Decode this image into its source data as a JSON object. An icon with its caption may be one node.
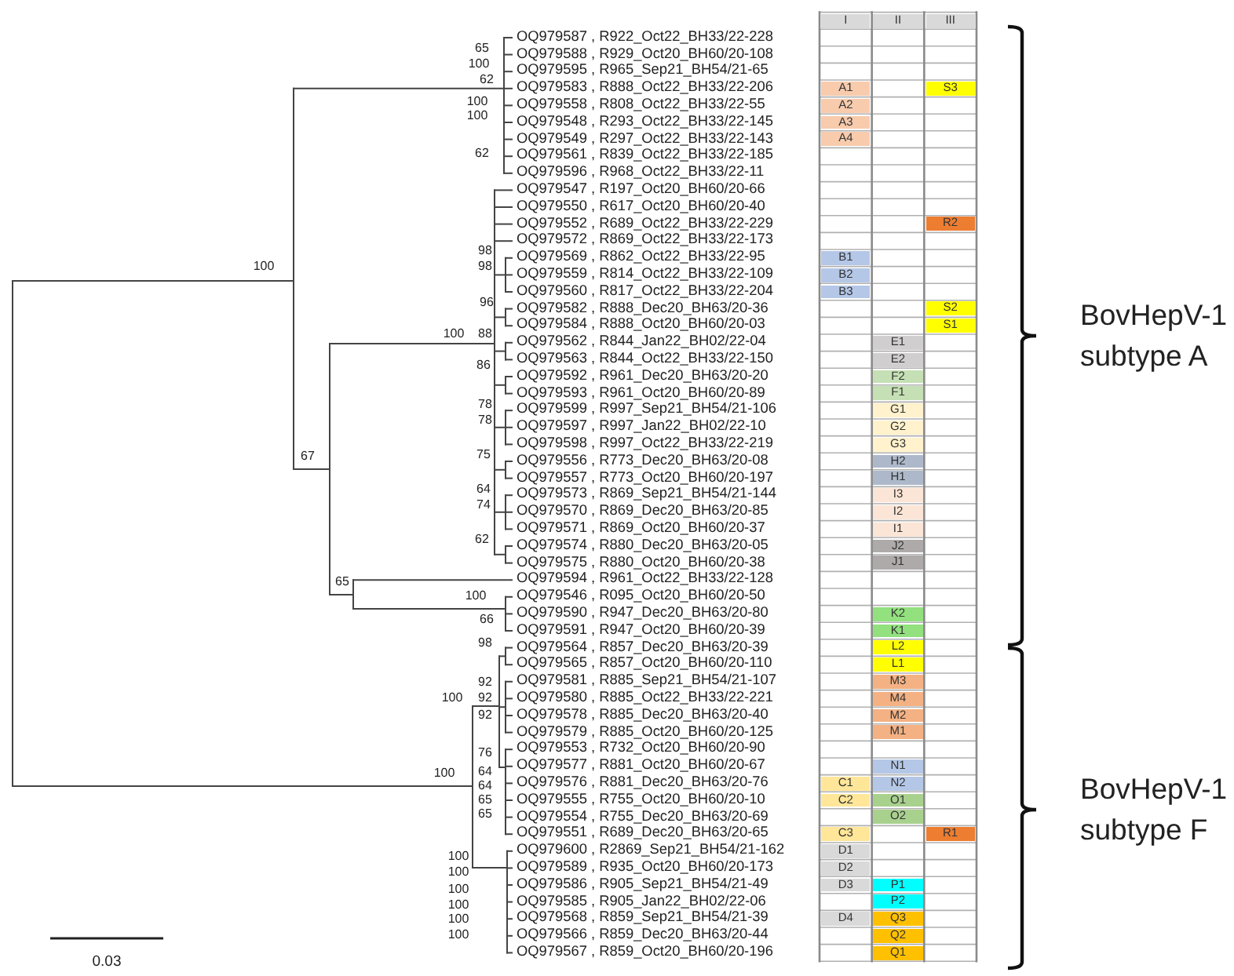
{
  "diagram": {
    "labels": [
      "65",
      "100",
      "62",
      "100",
      "100",
      "62",
      "98",
      "100",
      "98",
      "96",
      "100",
      "88",
      "86",
      "78",
      "78",
      "67",
      "75",
      "64",
      "74",
      "62",
      "65",
      "100",
      "66",
      "98",
      "92",
      "100",
      "92",
      "92",
      "76",
      "100",
      "64",
      "64",
      "65",
      "65",
      "100",
      "100",
      "100",
      "100",
      "100",
      "100",
      "I",
      "II",
      "III",
      "OQ979587 , R922_Oct22_BH33/22-228",
      "OQ979588 , R929_Oct20_BH60/20-108",
      "OQ979595 , R965_Sep21_BH54/21-65",
      "OQ979583 , R888_Oct22_BH33/22-206",
      "A1",
      "S3",
      "OQ979558 , R808_Oct22_BH33/22-55",
      "A2",
      "OQ979548 , R293_Oct22_BH33/22-145",
      "A3",
      "OQ979549 , R297_Oct22_BH33/22-143",
      "A4",
      "OQ979561 , R839_Oct22_BH33/22-185",
      "OQ979596 , R968_Oct22_BH33/22-11",
      "OQ979547 , R197_Oct20_BH60/20-66",
      "OQ979550 , R617_Oct20_BH60/20-40",
      "OQ979552 , R689_Oct22_BH33/22-229",
      "R2",
      "OQ979572 , R869_Oct22_BH33/22-173",
      "OQ979569 , R862_Oct22_BH33/22-95",
      "B1",
      "OQ979559 , R814_Oct22_BH33/22-109",
      "B2",
      "OQ979560 , R817_Oct22_BH33/22-204",
      "B3",
      "OQ979582 , R888_Dec20_BH63/20-36",
      "S2",
      "OQ979584 , R888_Oct20_BH60/20-03",
      "S1",
      "OQ979562 , R844_Jan22_BH02/22-04",
      "E1",
      "OQ979563 , R844_Oct22_BH33/22-150",
      "E2",
      "OQ979592 , R961_Dec20_BH63/20-20",
      "F2",
      "OQ979593 , R961_Oct20_BH60/20-89",
      "F1",
      "OQ979599 , R997_Sep21_BH54/21-106",
      "G1",
      "OQ979597 , R997_Jan22_BH02/22-10",
      "G2",
      "OQ979598 , R997_Oct22_BH33/22-219",
      "G3",
      "OQ979556 , R773_Dec20_BH63/20-08",
      "H2",
      "OQ979557 , R773_Oct20_BH60/20-197",
      "H1",
      "OQ979573 , R869_Sep21_BH54/21-144",
      "I3",
      "OQ979570 , R869_Dec20_BH63/20-85",
      "I2",
      "OQ979571 , R869_Oct20_BH60/20-37",
      "I1",
      "OQ979574 , R880_Dec20_BH63/20-05",
      "J2",
      "OQ979575 , R880_Oct20_BH60/20-38",
      "J1",
      "OQ979594 , R961_Oct22_BH33/22-128",
      "OQ979546 , R095_Oct20_BH60/20-50",
      "OQ979590 , R947_Dec20_BH63/20-80",
      "K2",
      "OQ979591 , R947_Oct20_BH60/20-39",
      "K1",
      "OQ979564 , R857_Dec20_BH63/20-39",
      "L2",
      "OQ979565 , R857_Oct20_BH60/20-110",
      "L1",
      "OQ979581 , R885_Sep21_BH54/21-107",
      "M3",
      "OQ979580 , R885_Oct22_BH33/22-221",
      "M4",
      "OQ979578 , R885_Dec20_BH63/20-40",
      "M2",
      "OQ979579 , R885_Oct20_BH60/20-125",
      "M1",
      "OQ979553 , R732_Oct20_BH60/20-90",
      "OQ979577 , R881_Oct20_BH60/20-67",
      "N1",
      "OQ979576 , R881_Dec20_BH63/20-76",
      "C1",
      "N2",
      "OQ979555 , R755_Oct20_BH60/20-10",
      "C2",
      "O1",
      "OQ979554 , R755_Dec20_BH63/20-69",
      "O2",
      "OQ979551 , R689_Dec20_BH63/20-65",
      "C3",
      "R1",
      "OQ979600 , R2869_Sep21_BH54/21-162",
      "D1",
      "OQ979589 , R935_Oct20_BH60/20-173",
      "D2",
      "OQ979586 , R905_Sep21_BH54/21-49",
      "D3",
      "P1",
      "OQ979585 , R905_Jan22_BH02/22-06",
      "P2",
      "OQ979568 , R859_Sep21_BH54/21-39",
      "D4",
      "Q3",
      "OQ979566 , R859_Dec20_BH63/20-44",
      "Q2",
      "OQ979567 , R859_Oct20_BH60/20-196",
      "Q1",
      "BovHepV-1 subtype A",
      "BovHepV-1 subtype F",
      "0.03"
    ]
  }
}
